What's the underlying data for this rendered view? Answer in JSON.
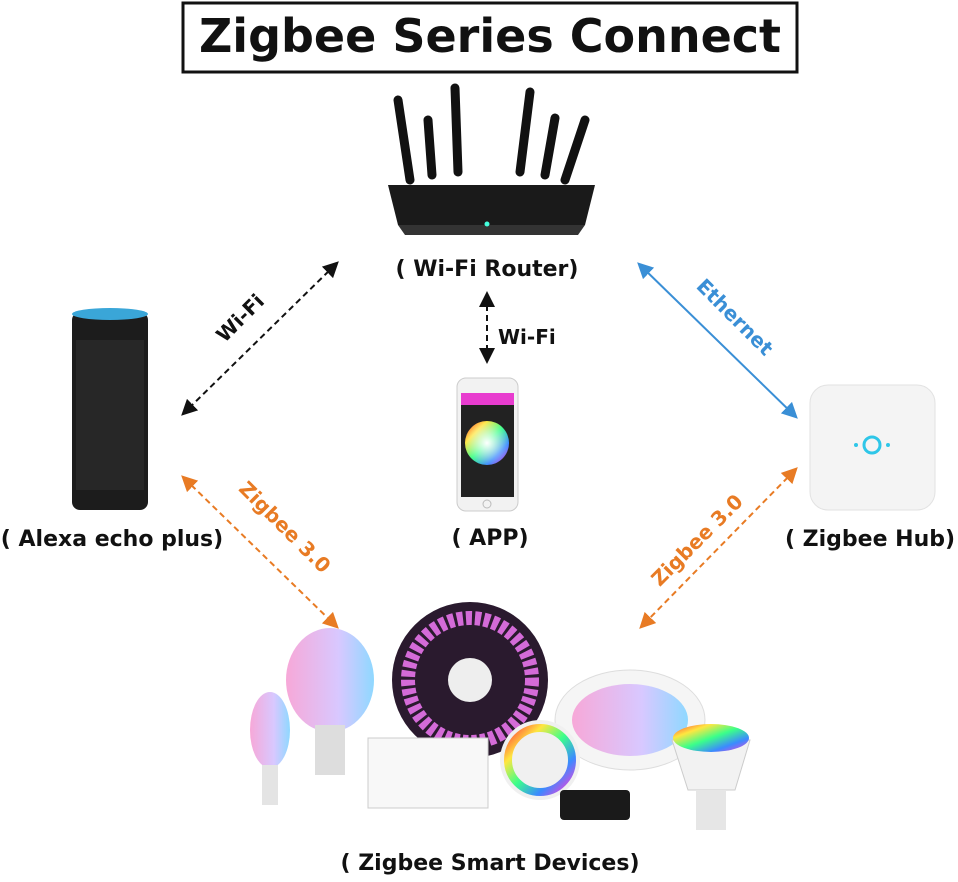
{
  "title": "Zigbee Series Connect",
  "nodes": {
    "router": "( Wi-Fi Router)",
    "alexa": "( Alexa echo plus)",
    "app": "( APP)",
    "hub": "( Zigbee Hub)",
    "devices": "( Zigbee Smart Devices)"
  },
  "links": {
    "alexa_router": "Wi-Fi",
    "app_router": "Wi-Fi",
    "hub_router": "Ethernet",
    "alexa_devices": "Zigbee 3.0",
    "hub_devices": "Zigbee 3.0"
  },
  "colors": {
    "wifi": "#111111",
    "ethernet": "#3a8fd6",
    "zigbee": "#e87b24"
  }
}
